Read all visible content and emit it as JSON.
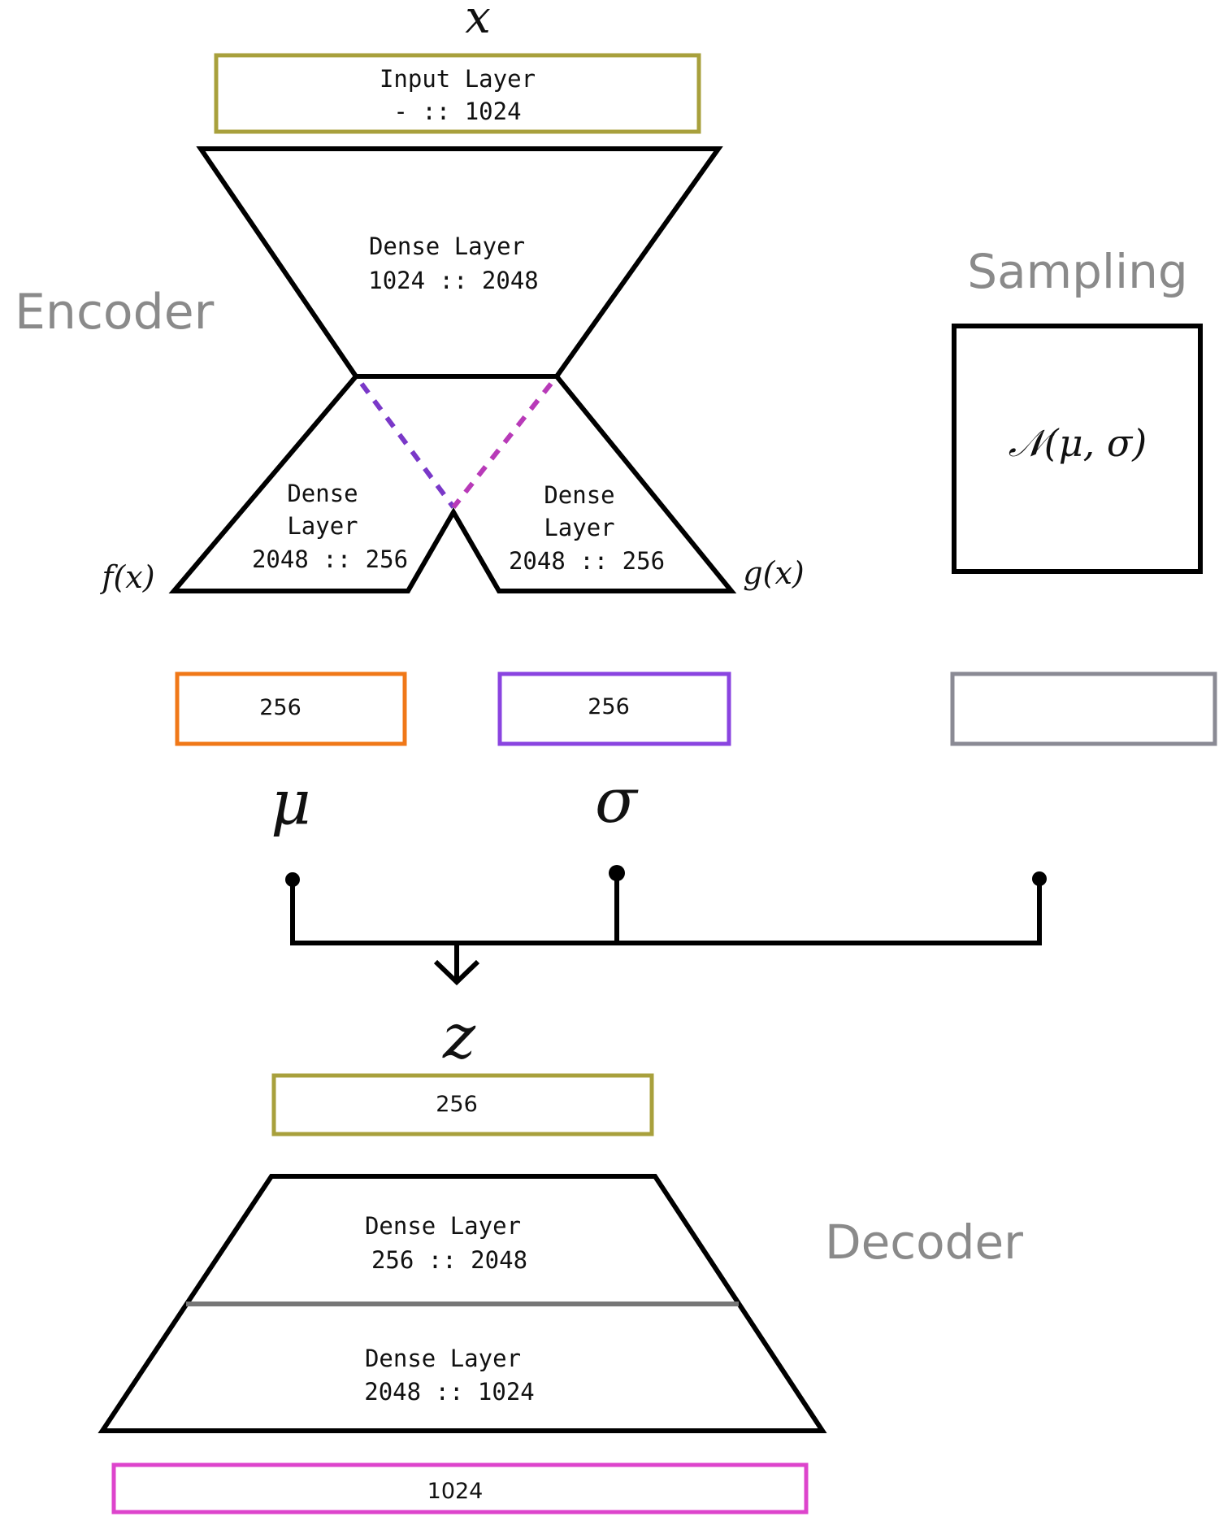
{
  "encoder": {
    "section_label": "Encoder",
    "input_symbol": "x",
    "input_layer": {
      "title": "Input Layer",
      "dims": "- :: 1024"
    },
    "dense_main": {
      "title": "Dense Layer",
      "dims": "1024 :: 2048"
    },
    "dense_left": {
      "line1": "Dense",
      "line2": "Layer",
      "dims": "2048 :: 256",
      "func_label": "f(x)"
    },
    "dense_right": {
      "line1": "Dense",
      "line2": "Layer",
      "dims": "2048 :: 256",
      "func_label": "g(x)"
    }
  },
  "sampling": {
    "section_label": "Sampling",
    "distribution": "𝒩(μ, σ)"
  },
  "latent": {
    "mu_box": "256",
    "mu_symbol": "μ",
    "sigma_box": "256",
    "sigma_symbol": "σ",
    "z_symbol": "z",
    "z_box": "256"
  },
  "decoder": {
    "section_label": "Decoder",
    "layer1": {
      "title": "Dense Layer",
      "dims": "256 :: 2048"
    },
    "layer2": {
      "title": "Dense Layer",
      "dims": "2048 :: 1024"
    },
    "output_box": "1024"
  },
  "colors": {
    "input_box": "#a8a03c",
    "mu_box": "#f07818",
    "sigma_box": "#8a44e0",
    "sampling_output_box": "#8a8a94",
    "z_box": "#a8a03c",
    "output_box": "#dd44cc",
    "mu_dashed": "#7a38c8",
    "sigma_dashed": "#b83ab8"
  }
}
